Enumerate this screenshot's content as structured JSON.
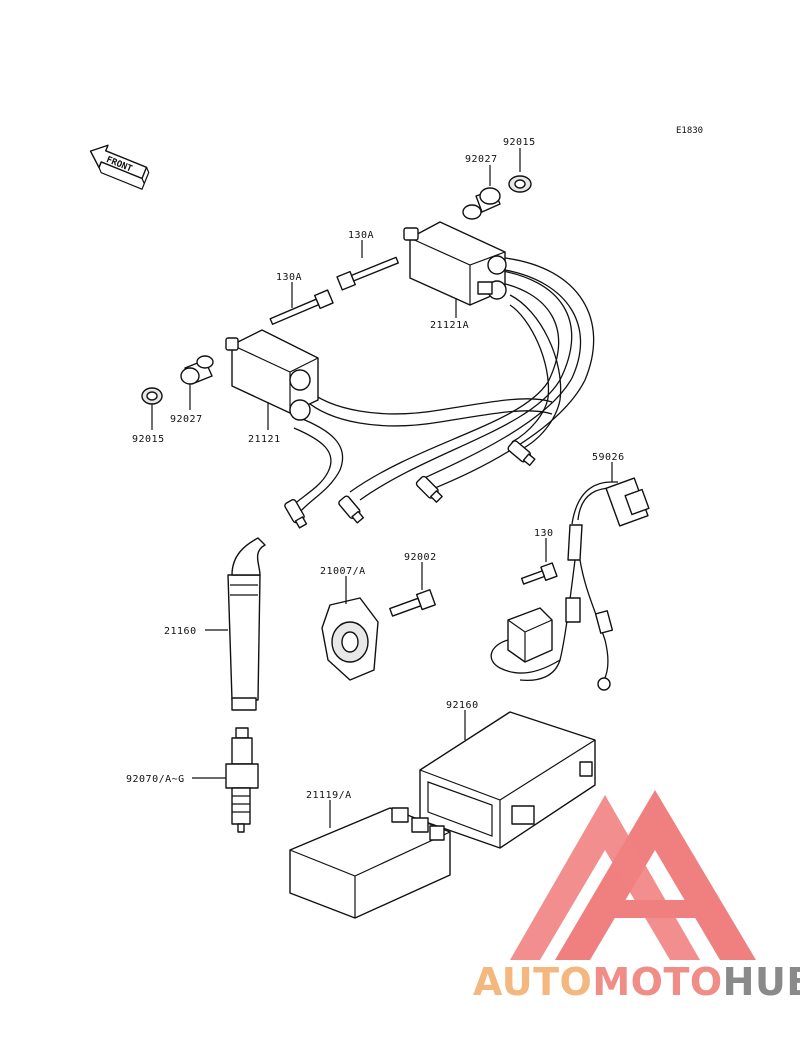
{
  "diagram": {
    "code": "E1830",
    "front_label": "FRONT",
    "parts": [
      {
        "id": "p-92015-top",
        "number": "92015"
      },
      {
        "id": "p-92027-top",
        "number": "92027"
      },
      {
        "id": "p-130a-top",
        "number": "130A"
      },
      {
        "id": "p-130a-left",
        "number": "130A"
      },
      {
        "id": "p-21121a",
        "number": "21121A"
      },
      {
        "id": "p-92027-left",
        "number": "92027"
      },
      {
        "id": "p-92015-left",
        "number": "92015"
      },
      {
        "id": "p-21121",
        "number": "21121"
      },
      {
        "id": "p-59026",
        "number": "59026"
      },
      {
        "id": "p-130",
        "number": "130"
      },
      {
        "id": "p-21007a",
        "number": "21007/A"
      },
      {
        "id": "p-92002",
        "number": "92002"
      },
      {
        "id": "p-21160",
        "number": "21160"
      },
      {
        "id": "p-92160",
        "number": "92160"
      },
      {
        "id": "p-92070",
        "number": "92070/A~G"
      },
      {
        "id": "p-21119a",
        "number": "21119/A"
      }
    ]
  },
  "watermark": {
    "part1": "AUTO",
    "part2": "MOTO",
    "part3": "HUB",
    "colors": {
      "auto": "#f4b77e",
      "moto": "#f08d86",
      "hub": "#8a8a8a",
      "logo": "#ee6b6b"
    }
  }
}
